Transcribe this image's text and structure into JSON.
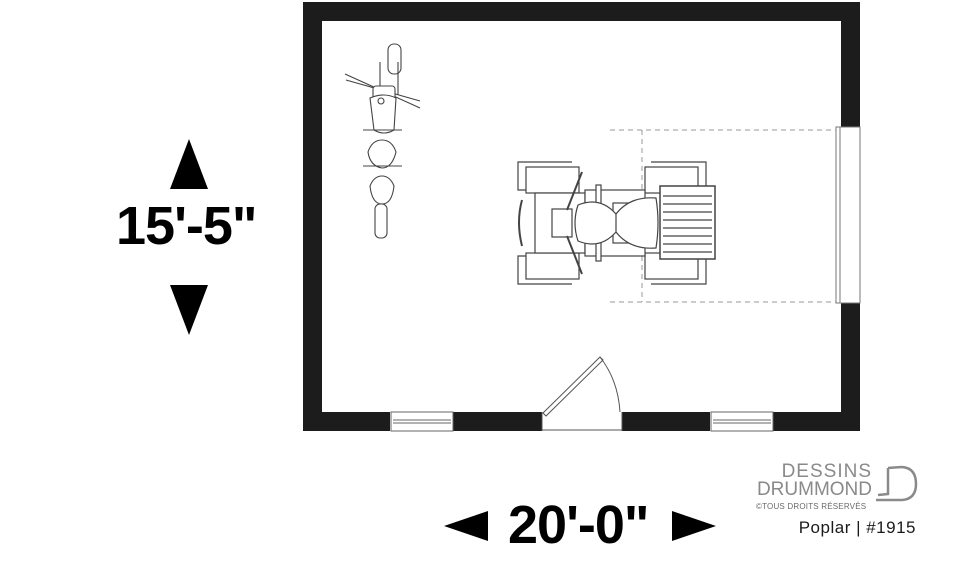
{
  "drawing": {
    "type": "garage floor plan",
    "dimensions": {
      "depth_label": "15'-5\"",
      "width_label": "20'-0\""
    },
    "elements": [
      "motorcycle",
      "atv-quad",
      "garage-door-opening",
      "entry-door",
      "window-left",
      "window-right"
    ],
    "colors": {
      "wall": "#1c1c1c",
      "line": "#555555",
      "background": "#ffffff"
    }
  },
  "branding": {
    "line1": "DESSINS",
    "line2": "DRUMMOND",
    "copyright": "©TOUS DROITS RÉSERVÉS",
    "plan_name": "Poplar | #1915"
  }
}
